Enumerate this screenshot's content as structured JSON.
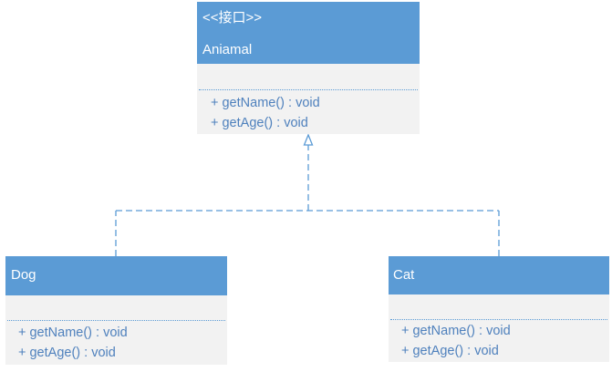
{
  "diagram": {
    "colors": {
      "header_fill": "#5b9bd5",
      "body_fill": "#f2f2f2",
      "header_text": "#ffffff",
      "method_text": "#4f81bd",
      "connector": "#5b9bd5"
    },
    "classes": {
      "animal": {
        "stereotype": "<<接口>>",
        "name": "Aniamal",
        "methods": [
          "+ getName() : void",
          "+ getAge() : void"
        ]
      },
      "dog": {
        "name": "Dog",
        "methods": [
          "+ getName() : void",
          "+ getAge() : void"
        ]
      },
      "cat": {
        "name": "Cat",
        "methods": [
          "+ getName() : void",
          "+ getAge() : void"
        ]
      }
    },
    "relationships": [
      {
        "type": "realization",
        "from": "Dog",
        "to": "Aniamal"
      },
      {
        "type": "realization",
        "from": "Cat",
        "to": "Aniamal"
      }
    ]
  }
}
